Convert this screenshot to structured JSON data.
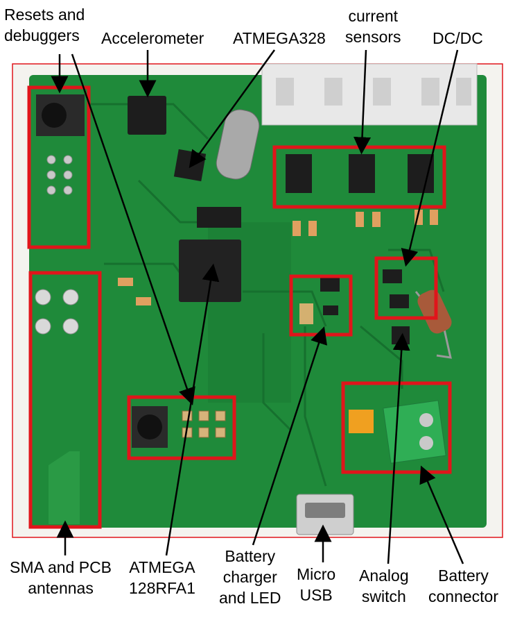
{
  "labels": {
    "resets_debuggers": "Resets and\ndebuggers",
    "accelerometer": "Accelerometer",
    "atmega328": "ATMEGA328",
    "current_sensors": "current\nsensors",
    "dcdc": "DC/DC",
    "sma_pcb_antennas": "SMA and PCB\nantennas",
    "atmega128rfa1": "ATMEGA\n128RFA1",
    "battery_charger_led": "Battery\ncharger\nand LED",
    "micro_usb": "Micro\nUSB",
    "analog_switch": "Analog\nswitch",
    "battery_connector": "Battery\nconnector"
  },
  "colors": {
    "pcb_green": "#1f8a3a",
    "pcb_dark": "#14622a",
    "highlight_red": "#e0151b",
    "terminal_white": "#e8e8e8",
    "connector_green": "#2fae55",
    "chip_black": "#1d1d1d"
  }
}
